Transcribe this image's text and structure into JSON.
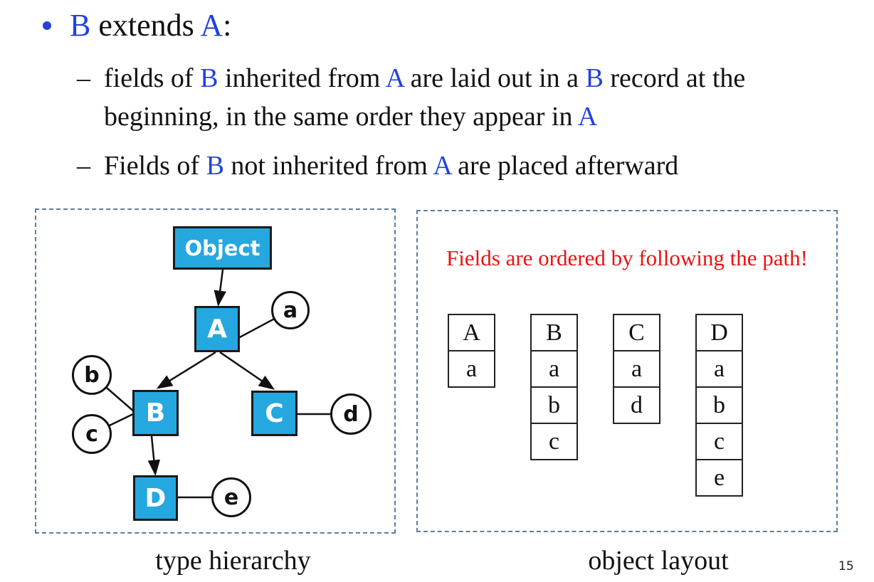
{
  "colors": {
    "class_box_fill": "#25A8E0",
    "emphasis_blue": "#2341E0",
    "note_red": "#EE1010",
    "panel_border": "#5E7CA0"
  },
  "slide": {
    "page_number": "15",
    "bullet": {
      "marker": "•",
      "segments": [
        {
          "text": "B",
          "blue": true
        },
        {
          "text": " extends ",
          "blue": false
        },
        {
          "text": "A",
          "blue": true
        },
        {
          "text": ":",
          "blue": false
        }
      ]
    },
    "sub_bullets": [
      {
        "marker": "–",
        "segments": [
          {
            "text": "fields of ",
            "blue": false
          },
          {
            "text": "B",
            "blue": true
          },
          {
            "text": " inherited from ",
            "blue": false
          },
          {
            "text": "A",
            "blue": true
          },
          {
            "text": " are laid out in a ",
            "blue": false
          },
          {
            "text": "B",
            "blue": true
          },
          {
            "text": " record at the beginning, in the same order they appear in ",
            "blue": false
          },
          {
            "text": "A",
            "blue": true
          }
        ]
      },
      {
        "marker": "–",
        "segments": [
          {
            "text": "Fields of ",
            "blue": false
          },
          {
            "text": "B",
            "blue": true
          },
          {
            "text": " not inherited from ",
            "blue": false
          },
          {
            "text": "A",
            "blue": true
          },
          {
            "text": " are placed afterward",
            "blue": false
          }
        ]
      }
    ]
  },
  "type_hierarchy": {
    "caption": "type hierarchy",
    "classes": [
      {
        "label": "Object"
      },
      {
        "label": "A"
      },
      {
        "label": "B"
      },
      {
        "label": "C"
      },
      {
        "label": "D"
      }
    ],
    "fields": [
      {
        "label": "a",
        "attached_to": "A"
      },
      {
        "label": "b",
        "attached_to": "B"
      },
      {
        "label": "c",
        "attached_to": "B"
      },
      {
        "label": "d",
        "attached_to": "C"
      },
      {
        "label": "e",
        "attached_to": "D"
      }
    ],
    "inheritance_edges": [
      {
        "from": "Object",
        "to": "A"
      },
      {
        "from": "A",
        "to": "B"
      },
      {
        "from": "A",
        "to": "C"
      },
      {
        "from": "B",
        "to": "D"
      }
    ]
  },
  "object_layout": {
    "caption": "object layout",
    "note": "Fields are ordered by following the path!",
    "tables": [
      {
        "header": "A",
        "cells": [
          "a"
        ]
      },
      {
        "header": "B",
        "cells": [
          "a",
          "b",
          "c"
        ]
      },
      {
        "header": "C",
        "cells": [
          "a",
          "d"
        ]
      },
      {
        "header": "D",
        "cells": [
          "a",
          "b",
          "c",
          "e"
        ]
      }
    ]
  }
}
